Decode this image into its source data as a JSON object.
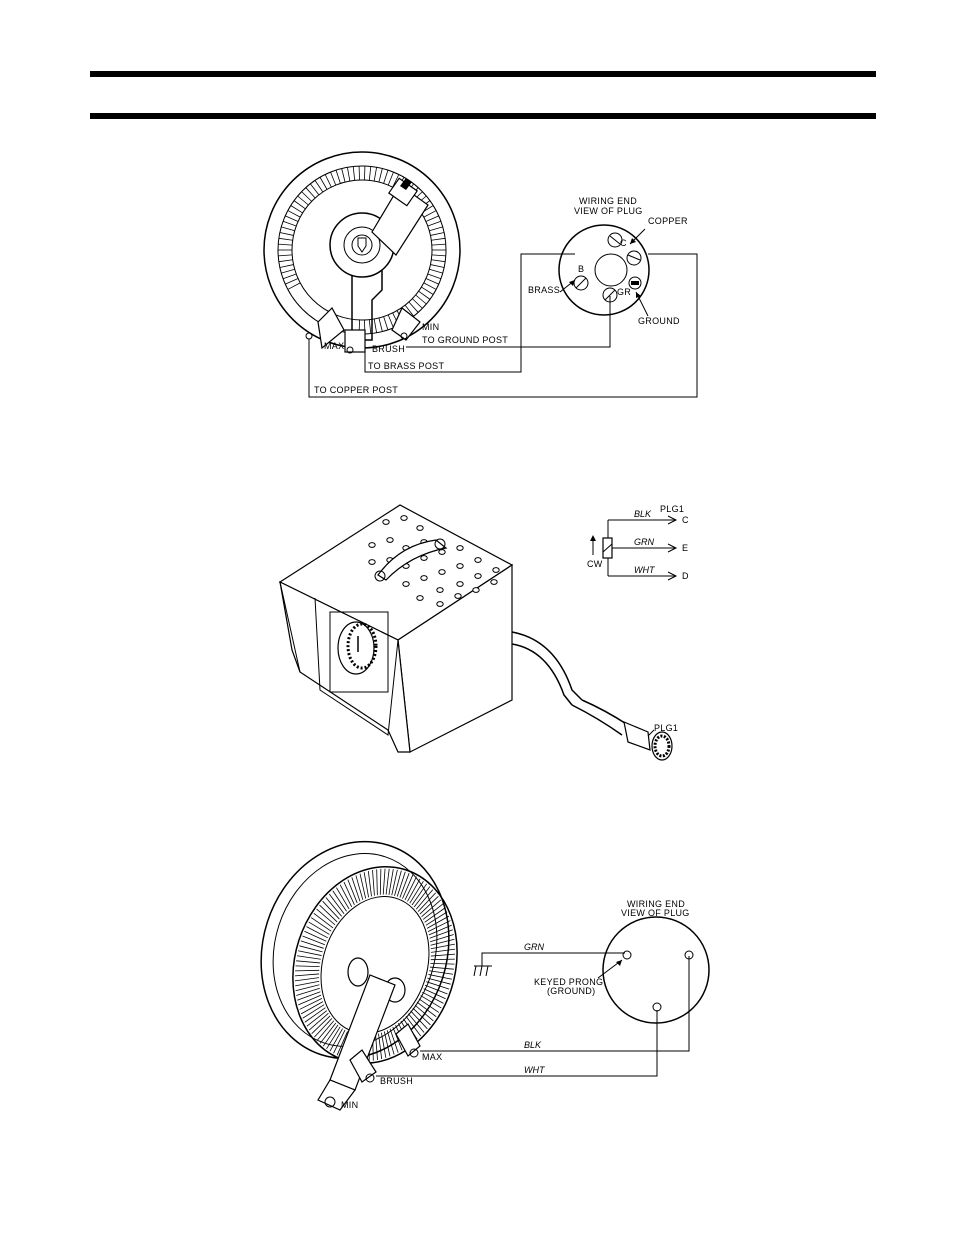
{
  "figure_top": {
    "plug_title_line1": "WIRING END",
    "plug_title_line2": "VIEW OF PLUG",
    "copper": "COPPER",
    "brass": "BRASS",
    "ground": "GROUND",
    "pin_c": "C",
    "pin_b": "B",
    "pin_gr": "GR",
    "min": "MIN",
    "max": "MAX",
    "brush": "BRUSH",
    "to_ground_post": "TO GROUND POST",
    "to_brass_post": "TO BRASS POST",
    "to_copper_post": "TO COPPER POST"
  },
  "figure_middle": {
    "plug_label": "PLG1",
    "schematic_plug_label": "PLG1",
    "wire_blk": "BLK",
    "wire_grn": "GRN",
    "wire_wht": "WHT",
    "pin_c": "C",
    "pin_e": "E",
    "pin_d": "D",
    "cw": "CW"
  },
  "figure_bottom": {
    "plug_title_line1": "WIRING END",
    "plug_title_line2": "VIEW OF PLUG",
    "keyed_prong_line1": "KEYED PRONG",
    "keyed_prong_line2": "(GROUND)",
    "wire_grn": "GRN",
    "wire_blk": "BLK",
    "wire_wht": "WHT",
    "max": "MAX",
    "brush": "BRUSH",
    "min": "MIN"
  }
}
